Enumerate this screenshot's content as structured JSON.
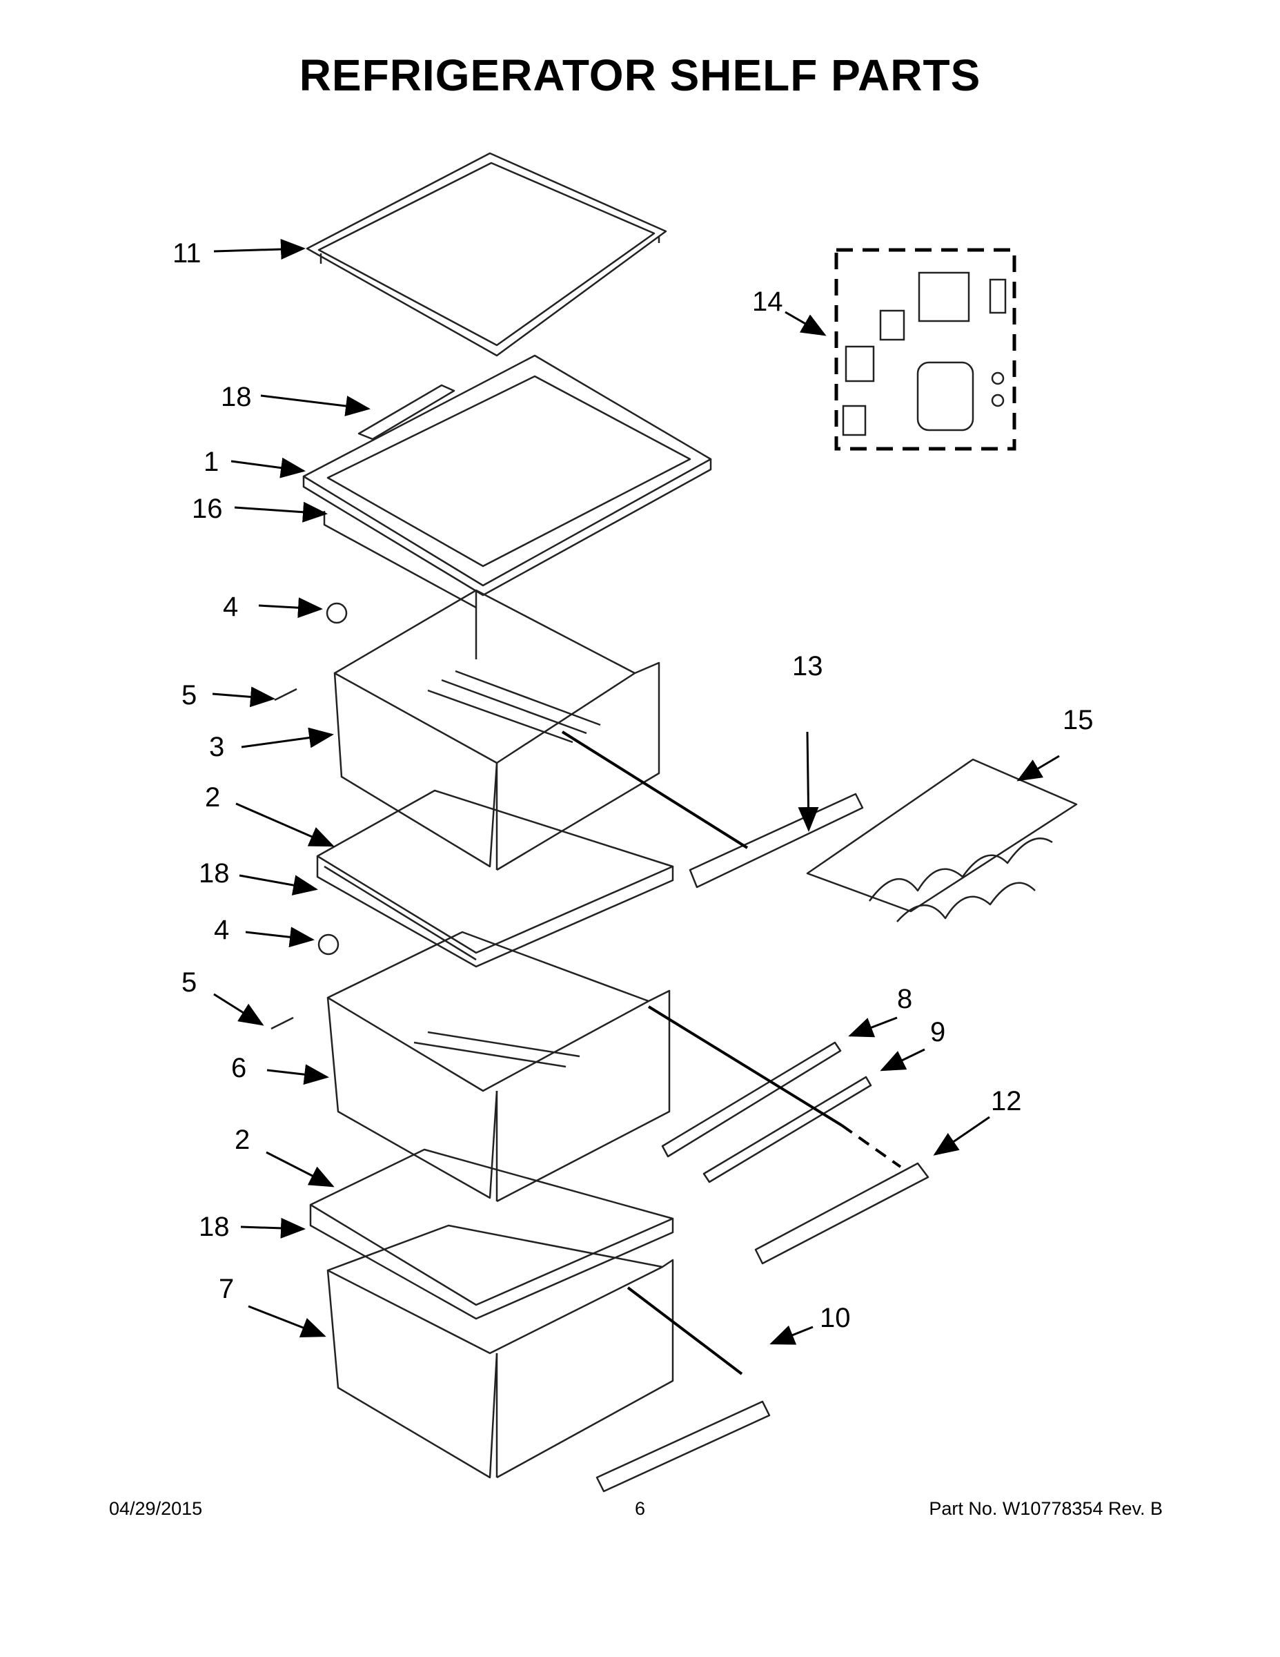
{
  "title": "REFRIGERATOR SHELF PARTS",
  "footer": {
    "date": "04/29/2015",
    "page": "6",
    "part_no": "Part No.  W10778354  Rev.  B"
  },
  "callouts": [
    "11",
    "14",
    "18",
    "1",
    "16",
    "4",
    "5",
    "3",
    "13",
    "15",
    "2",
    "18",
    "4",
    "5",
    "6",
    "8",
    "9",
    "12",
    "2",
    "18",
    "7",
    "10"
  ]
}
